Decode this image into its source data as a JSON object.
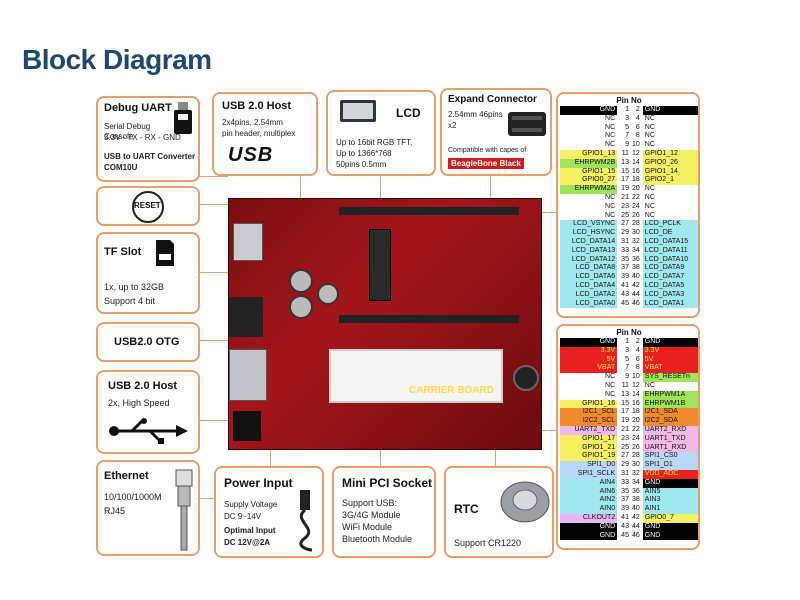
{
  "title": "Block Diagram",
  "debug_uart": {
    "title": "Debug UART",
    "line1": "Serial Debug Console",
    "line2": "3.3V - TX - RX - GND",
    "line3": "USB to UART Converter",
    "line4": "COM10U"
  },
  "usb_host_top": {
    "title": "USB 2.0 Host",
    "line1": "2x4pins, 2.54mm",
    "line2": "pin header, multiplex",
    "logo": "USB"
  },
  "lcd": {
    "title": "LCD",
    "line1": "Up to 16bit RGB TFT,",
    "line2": "Up to 1366*768",
    "line3": "50pins 0.5mm"
  },
  "expand": {
    "title": "Expand Connector",
    "line1": "2.54mm 46pins",
    "line2": "x2",
    "line3": "Compatible with capes of",
    "badge": "BeagleBone Black"
  },
  "reset": {
    "label": "RESET"
  },
  "tf_slot": {
    "title": "TF Slot",
    "line1": "1x, up to 32GB",
    "line2": "Support 4 bit"
  },
  "usb_otg": {
    "title": "USB2.0 OTG"
  },
  "usb_host_left": {
    "title": "USB 2.0 Host",
    "line1": "2x, High Speed"
  },
  "ethernet": {
    "title": "Ethernet",
    "line1": "10/100/1000M",
    "line2": "RJ45"
  },
  "power": {
    "title": "Power Input",
    "line1": "Supply Voltage",
    "line2": "DC 9~14V",
    "line3": "Optimal Input",
    "line4": "DC 12V@2A"
  },
  "mini_pci": {
    "title": "Mini PCI Socket",
    "line1": "Support USB:",
    "line2": "3G/4G Module",
    "line3": "WiFi Module",
    "line4": "Bluetooth Module"
  },
  "rtc": {
    "title": "RTC",
    "line1": "Support  CR1220"
  },
  "board": {
    "label": "CARRIER BOARD"
  },
  "colors": {
    "title": "#1d4a6e",
    "border": "#e8a06a",
    "red": "#d21a1a"
  },
  "pins_top": {
    "header": "Pin No",
    "rows": [
      {
        "l": "GND",
        "a": "1",
        "b": "2",
        "r": "GND",
        "lc": "#000000",
        "rc": "#000000",
        "lt": "#ffffff",
        "rt": "#ffffff"
      },
      {
        "l": "NC",
        "a": "3",
        "b": "4",
        "r": "NC"
      },
      {
        "l": "NC",
        "a": "5",
        "b": "6",
        "r": "NC"
      },
      {
        "l": "NC",
        "a": "7",
        "b": "8",
        "r": "NC"
      },
      {
        "l": "NC",
        "a": "9",
        "b": "10",
        "r": "NC"
      },
      {
        "l": "GPIO1_13",
        "a": "11",
        "b": "12",
        "r": "GPIO1_12",
        "lc": "#f5f064",
        "rc": "#f5f064"
      },
      {
        "l": "EHRPWM2B",
        "a": "13",
        "b": "14",
        "r": "GPIO0_26",
        "lc": "#9ee35a",
        "rc": "#f5f064"
      },
      {
        "l": "GPIO1_15",
        "a": "15",
        "b": "16",
        "r": "GPIO1_14",
        "lc": "#f5f064",
        "rc": "#f5f064"
      },
      {
        "l": "GPIO0_27",
        "a": "17",
        "b": "18",
        "r": "GPIO2_1",
        "lc": "#f5f064",
        "rc": "#f5f064"
      },
      {
        "l": "EHRPWM2A",
        "a": "19",
        "b": "20",
        "r": "NC",
        "lc": "#9ee35a"
      },
      {
        "l": "NC",
        "a": "21",
        "b": "22",
        "r": "NC"
      },
      {
        "l": "NC",
        "a": "23",
        "b": "24",
        "r": "NC"
      },
      {
        "l": "NC",
        "a": "25",
        "b": "26",
        "r": "NC"
      },
      {
        "l": "LCD_VSYNC",
        "a": "27",
        "b": "28",
        "r": "LCD_PCLK",
        "lc": "#9ee8ee",
        "rc": "#9ee8ee"
      },
      {
        "l": "LCD_HSYNC",
        "a": "29",
        "b": "30",
        "r": "LCD_DE",
        "lc": "#9ee8ee",
        "rc": "#9ee8ee"
      },
      {
        "l": "LCD_DATA14",
        "a": "31",
        "b": "32",
        "r": "LCD_DATA15",
        "lc": "#9ee8ee",
        "rc": "#9ee8ee"
      },
      {
        "l": "LCD_DATA13",
        "a": "33",
        "b": "34",
        "r": "LCD_DATA11",
        "lc": "#9ee8ee",
        "rc": "#9ee8ee"
      },
      {
        "l": "LCD_DATA12",
        "a": "35",
        "b": "36",
        "r": "LCD_DATA10",
        "lc": "#9ee8ee",
        "rc": "#9ee8ee"
      },
      {
        "l": "LCD_DATA8",
        "a": "37",
        "b": "38",
        "r": "LCD_DATA9",
        "lc": "#9ee8ee",
        "rc": "#9ee8ee"
      },
      {
        "l": "LCD_DATA6",
        "a": "39",
        "b": "40",
        "r": "LCD_DATA7",
        "lc": "#9ee8ee",
        "rc": "#9ee8ee"
      },
      {
        "l": "LCD_DATA4",
        "a": "41",
        "b": "42",
        "r": "LCD_DATA5",
        "lc": "#9ee8ee",
        "rc": "#9ee8ee"
      },
      {
        "l": "LCD_DATA2",
        "a": "43",
        "b": "44",
        "r": "LCD_DATA3",
        "lc": "#9ee8ee",
        "rc": "#9ee8ee"
      },
      {
        "l": "LCD_DATA0",
        "a": "45",
        "b": "46",
        "r": "LCD_DATA1",
        "lc": "#9ee8ee",
        "rc": "#9ee8ee"
      }
    ]
  },
  "pins_bottom": {
    "header": "Pin No",
    "rows": [
      {
        "l": "GND",
        "a": "1",
        "b": "2",
        "r": "GND",
        "lc": "#000000",
        "rc": "#000000",
        "lt": "#ffffff",
        "rt": "#ffffff"
      },
      {
        "l": "3.3V",
        "a": "3",
        "b": "4",
        "r": "3.3V",
        "lc": "#e82020",
        "rc": "#e82020",
        "lt": "#ffe94a",
        "rt": "#ffe94a"
      },
      {
        "l": "5V",
        "a": "5",
        "b": "6",
        "r": "5V",
        "lc": "#e82020",
        "rc": "#e82020",
        "lt": "#ffe94a",
        "rt": "#ffe94a"
      },
      {
        "l": "VBAT",
        "a": "7",
        "b": "8",
        "r": "VBAT",
        "lc": "#e82020",
        "rc": "#e82020",
        "lt": "#ffe94a",
        "rt": "#ffe94a"
      },
      {
        "l": "NC",
        "a": "9",
        "b": "10",
        "r": "SYS_RESETn",
        "rc": "#9ee35a"
      },
      {
        "l": "NC",
        "a": "11",
        "b": "12",
        "r": "NC"
      },
      {
        "l": "NC",
        "a": "13",
        "b": "14",
        "r": "EHRPWM1A",
        "rc": "#9ee35a"
      },
      {
        "l": "GPIO1_16",
        "a": "15",
        "b": "16",
        "r": "EHRPWM1B",
        "lc": "#f5f064",
        "rc": "#9ee35a"
      },
      {
        "l": "I2C1_SCL",
        "a": "17",
        "b": "18",
        "r": "I2C1_SDA",
        "lc": "#f08a2a",
        "rc": "#f08a2a"
      },
      {
        "l": "I2C2_SCL",
        "a": "19",
        "b": "20",
        "r": "I2C2_SDA",
        "lc": "#f08a2a",
        "rc": "#f08a2a"
      },
      {
        "l": "UART2_TXD",
        "a": "21",
        "b": "22",
        "r": "UART2_RXD",
        "lc": "#f2b8e6",
        "rc": "#f2b8e6"
      },
      {
        "l": "GPIO1_17",
        "a": "23",
        "b": "24",
        "r": "UART1_TXD",
        "lc": "#f5f064",
        "rc": "#f2b8e6"
      },
      {
        "l": "GPIO1_21",
        "a": "25",
        "b": "26",
        "r": "UART1_RXD",
        "lc": "#f5f064",
        "rc": "#f2b8e6"
      },
      {
        "l": "GPIO1_19",
        "a": "27",
        "b": "28",
        "r": "SPI1_CS0",
        "lc": "#f5f064",
        "rc": "#b7d9f7"
      },
      {
        "l": "SPI1_D0",
        "a": "29",
        "b": "30",
        "r": "SPI1_D1",
        "lc": "#b7d9f7",
        "rc": "#b7d9f7"
      },
      {
        "l": "SPI1_SCLK",
        "a": "31",
        "b": "32",
        "r": "VDD_ADC",
        "lc": "#b7d9f7",
        "rc": "#e82020",
        "rt": "#ffe94a"
      },
      {
        "l": "AIN4",
        "a": "33",
        "b": "34",
        "r": "GND",
        "lc": "#9ee8ee",
        "rc": "#000000",
        "rt": "#ffffff"
      },
      {
        "l": "AIN6",
        "a": "35",
        "b": "36",
        "r": "AIN5",
        "lc": "#9ee8ee",
        "rc": "#9ee8ee"
      },
      {
        "l": "AIN2",
        "a": "37",
        "b": "38",
        "r": "AIN3",
        "lc": "#9ee8ee",
        "rc": "#9ee8ee"
      },
      {
        "l": "AIN0",
        "a": "39",
        "b": "40",
        "r": "AIN1",
        "lc": "#9ee8ee",
        "rc": "#9ee8ee"
      },
      {
        "l": "CLKOUT2",
        "a": "41",
        "b": "42",
        "r": "GPIO0_7",
        "lc": "#e7b7f5",
        "rc": "#f5f064"
      },
      {
        "l": "GND",
        "a": "43",
        "b": "44",
        "r": "GND",
        "lc": "#000000",
        "rc": "#000000",
        "lt": "#ffffff",
        "rt": "#ffffff"
      },
      {
        "l": "GND",
        "a": "45",
        "b": "46",
        "r": "GND",
        "lc": "#000000",
        "rc": "#000000",
        "lt": "#ffffff",
        "rt": "#ffffff"
      }
    ]
  }
}
